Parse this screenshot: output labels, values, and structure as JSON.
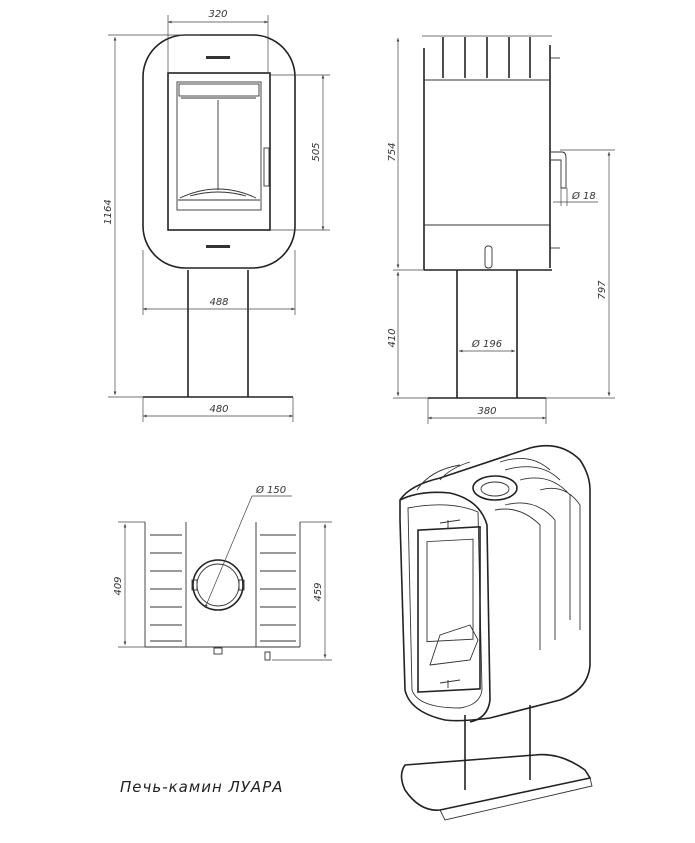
{
  "title": "Печь-камин ЛУАРА",
  "front_view": {
    "dim_door_width": "320",
    "dim_door_height": "505",
    "dim_total_height": "1164",
    "dim_body_width": "488",
    "dim_base_width": "480"
  },
  "side_view": {
    "dim_body_height": "754",
    "dim_pedestal_height": "410",
    "dim_outlet_height": "797",
    "dim_pipe_diameter": "Ø 18",
    "dim_pedestal_diameter": "Ø 196",
    "dim_base_depth": "380"
  },
  "top_view": {
    "dim_flue_diameter": "Ø 150",
    "dim_body_depth": "409",
    "dim_total_depth": "459"
  }
}
